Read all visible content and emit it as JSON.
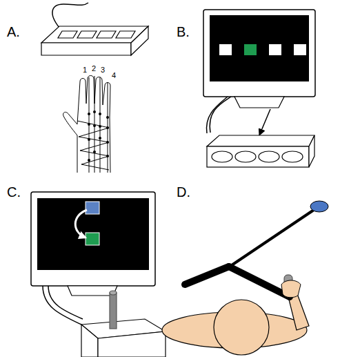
{
  "diagram": {
    "labels": [
      "A.",
      "B.",
      "C.",
      "D.",
      "1",
      "2",
      "3",
      "4"
    ]
  }
}
